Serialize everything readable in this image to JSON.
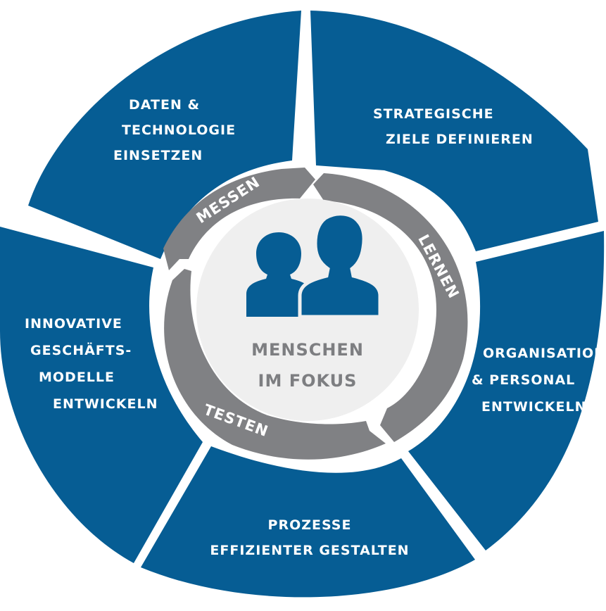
{
  "colors": {
    "segment": "#065d94",
    "ring": "#808184",
    "center": "#efefef",
    "people_icon": "#065d94",
    "center_text": "#7d7e81",
    "label_text": "#ffffff"
  },
  "segments": [
    {
      "id": "strategie",
      "lines": [
        "Strategische",
        "Ziele definieren"
      ]
    },
    {
      "id": "organisation",
      "lines": [
        "Organisation",
        "& Personal",
        "entwickeln"
      ]
    },
    {
      "id": "prozesse",
      "lines": [
        "Prozesse",
        "effizienter gestalten"
      ]
    },
    {
      "id": "geschaeftsmodelle",
      "lines": [
        "Innovative",
        "Geschäfts-",
        "modelle",
        "entwickeln"
      ]
    },
    {
      "id": "daten",
      "lines": [
        "Daten &",
        "Technologie",
        "einsetzen"
      ]
    }
  ],
  "cycle": {
    "labels": [
      "Messen",
      "Lernen",
      "Testen"
    ]
  },
  "center": {
    "icon": "people-icon",
    "lines": [
      "Menschen",
      "im Fokus"
    ]
  }
}
